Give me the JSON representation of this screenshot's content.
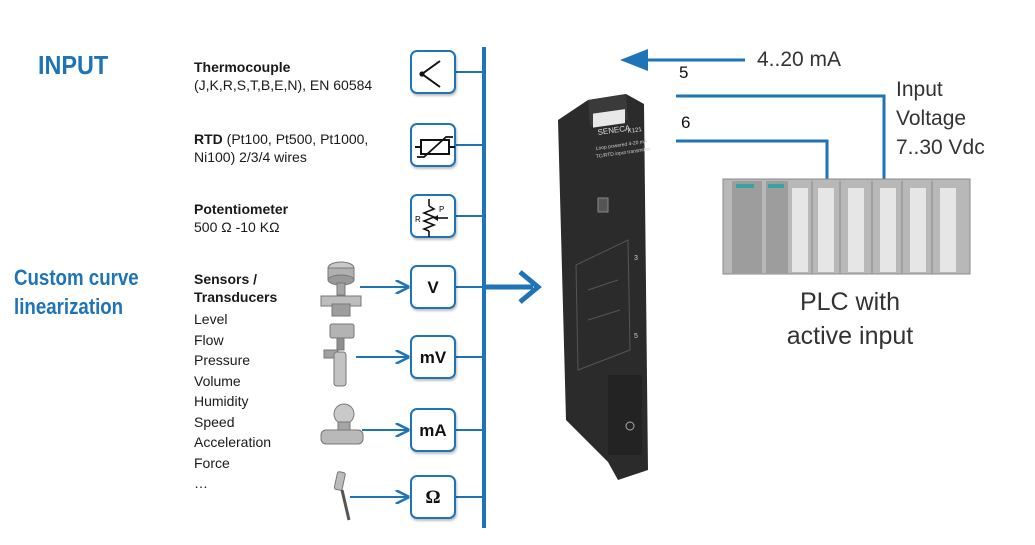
{
  "headings": {
    "input": "INPUT",
    "custom_curve_line1": "Custom curve",
    "custom_curve_line2": "linearization"
  },
  "inputs": {
    "thermocouple": {
      "title": "Thermocouple",
      "detail": "(J,K,R,S,T,B,E,N), EN 60584"
    },
    "rtd": {
      "title": "RTD",
      "detail_line1": " (Pt100, Pt500,  Pt1000,",
      "detail_line2": "Ni100)  2/3/4 wires"
    },
    "potentiometer": {
      "title": "Potentiometer",
      "detail": "500 Ω -10 KΩ"
    },
    "sensors": {
      "title_line1": "Sensors /",
      "title_line2": "Transducers",
      "items": [
        "Level",
        "Flow",
        "Pressure",
        "Volume",
        "Humidity",
        "Speed",
        "Acceleration",
        "Force",
        "…"
      ]
    }
  },
  "symbols": {
    "voltage": "V",
    "millivolt": "mV",
    "milliamp": "mA",
    "ohm": "Ω",
    "potentiometer_letters": {
      "r": "R",
      "p": "P"
    }
  },
  "output": {
    "current": "4..20 mA",
    "wire_5": "5",
    "wire_6": "6",
    "voltage_line1": "Input",
    "voltage_line2": "Voltage",
    "voltage_line3": "7..30 Vdc",
    "plc_line1": "PLC with",
    "plc_line2": "active input"
  },
  "device": {
    "brand": "SENECA",
    "model": "K121",
    "subtitle_line1": "Loop powered 4-20 mA",
    "subtitle_line2": "TC/RTD input transmitter",
    "pin3": "3",
    "pin5": "5"
  },
  "colors": {
    "accent_blue": "#1f73b7",
    "device_body": "#2b2b2b",
    "plc_gray": "#a9a9a9"
  },
  "icons": [
    "thermocouple-icon",
    "rtd-icon",
    "potentiometer-icon",
    "level-sensor-icon",
    "flow-sensor-icon",
    "pressure-transmitter-icon",
    "probe-icon"
  ]
}
